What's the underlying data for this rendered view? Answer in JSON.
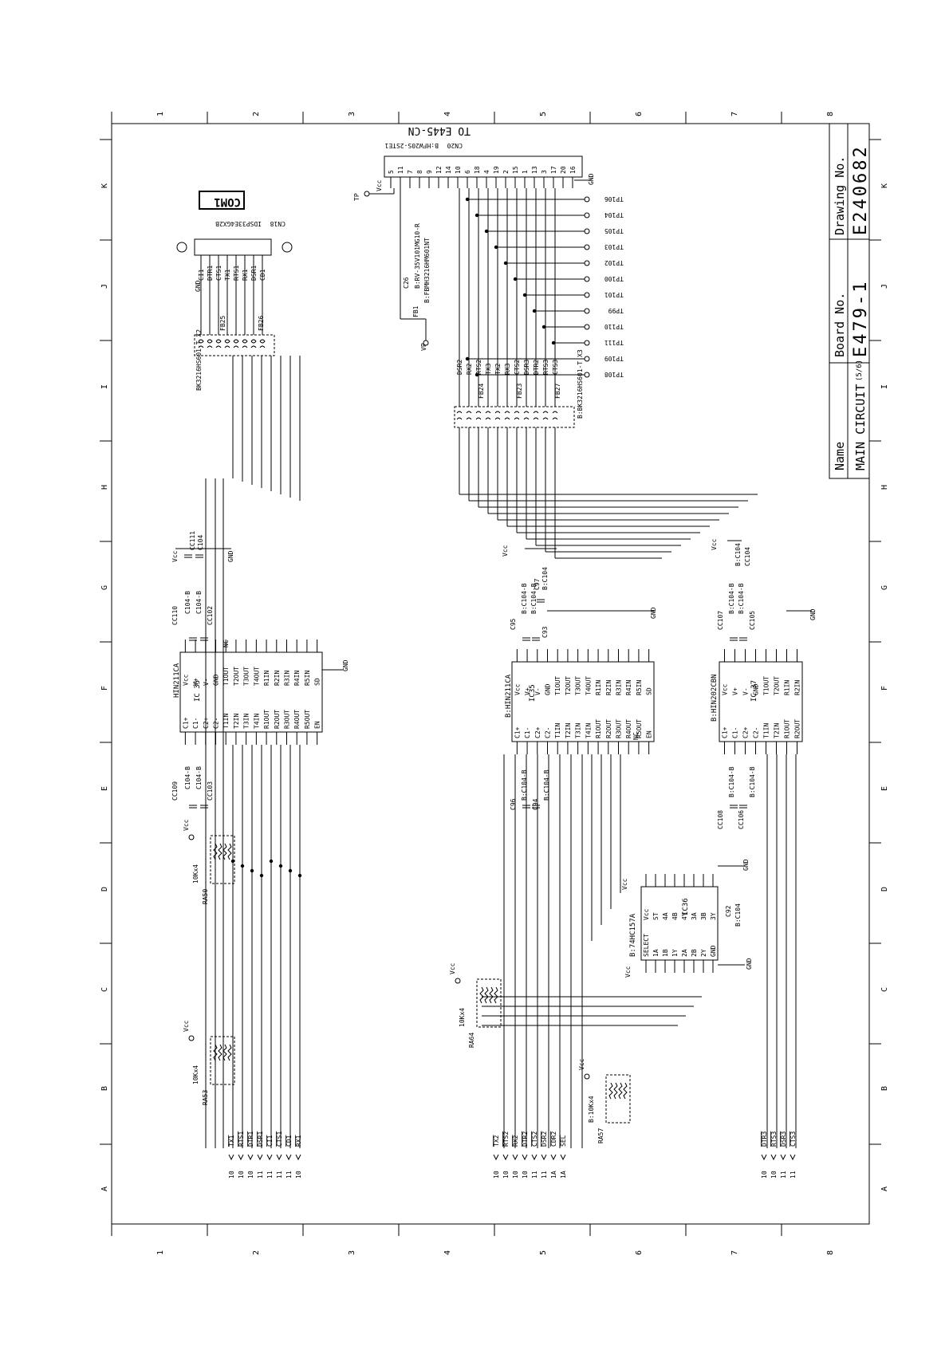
{
  "frame": {
    "cols_top": [
      "1",
      "2",
      "3",
      "4",
      "5",
      "6",
      "7",
      "8"
    ],
    "rows_side": [
      "A",
      "B",
      "C",
      "D",
      "E",
      "F",
      "G",
      "H",
      "I",
      "J",
      "K"
    ]
  },
  "title_block": {
    "name_label": "Name",
    "name_value": "MAIN CIRCUIT",
    "sheet": "(5/6)",
    "board_label": "Board No.",
    "board_value": "E479-1",
    "drawing_label": "Drawing No.",
    "drawing_value": "E240682"
  },
  "com1": {
    "badge": "COM1",
    "connector": "CN18",
    "part": "IDSP33E4GX2B",
    "pin_labels": [
      "CI1",
      "DTR1",
      "CTS1",
      "TX1",
      "RTS1",
      "RX1",
      "DSR1",
      "CD1"
    ],
    "gnd": "GND",
    "ferrite_part": "BK3216HS601-T X2",
    "fb_a": "FB25",
    "fb_b": "FB26"
  },
  "cn20": {
    "title": "TO E445-CN",
    "connector": "CN20",
    "part": "B:HFW20S-2STE1",
    "pins": [
      "5",
      "11",
      "7",
      "8",
      "9",
      "12",
      "14",
      "10",
      "6",
      "18",
      "4",
      "19",
      "2",
      "15",
      "1",
      "13",
      "3",
      "17",
      "20",
      "16"
    ],
    "vcc": "Vcc",
    "tp": "TP",
    "gnd": "GND",
    "c26": "C26",
    "c26_part": "B:RV-35V101MG10-R",
    "fb1": "FB1",
    "fb1_part": "B:FBMH3216HM601NT",
    "vp": "VP",
    "tps": [
      "TP106",
      "TP104",
      "TP105",
      "TP103",
      "TP102",
      "TP100",
      "TP101",
      "TP99",
      "TP110",
      "TP111",
      "TP109",
      "TP108"
    ],
    "signals": [
      "DSR2",
      "RX2",
      "RTS2",
      "TX3",
      "TX2",
      "RX3",
      "CTS2",
      "DSR3",
      "DTR2",
      "RTS3",
      "CTS3"
    ],
    "ferrite_part": "B:BK3216HS601-T X3",
    "fb_a": "FB24",
    "fb_b": "FB23",
    "fb_c": "FB27"
  },
  "ic_left": {
    "name": "HIN211CA",
    "ref": "IC 35",
    "left_pins": [
      "C1+",
      "C1-",
      "C2+",
      "C2-",
      "T1IN",
      "T2IN",
      "T3IN",
      "T4IN",
      "R1OUT",
      "R2OUT",
      "R3OUT",
      "R4OUT",
      "R5OUT",
      "EN"
    ],
    "right_pins": [
      "Vcc",
      "V+",
      "V-",
      "GND",
      "T1OUT",
      "T2OUT",
      "T3OUT",
      "T4OUT",
      "R1IN",
      "R2IN",
      "R3IN",
      "R4IN",
      "R5IN",
      "SD"
    ],
    "caps": [
      "CC109",
      "C104-B",
      "C104-B",
      "CC103",
      "CC110",
      "C104-B",
      "C104-B",
      "CC102",
      "CC111",
      "C104"
    ],
    "vcc": "Vcc",
    "gnd": "GND",
    "nc": "NC"
  },
  "ic_mid": {
    "name": "B:HIN211CA",
    "ref": "IC35",
    "left_pins": [
      "C1+",
      "C1-",
      "C2+",
      "C2-",
      "T1IN",
      "T2IN",
      "T3IN",
      "T4IN",
      "R1OUT",
      "R2OUT",
      "R3OUT",
      "R4OUT",
      "R5OUT",
      "EN"
    ],
    "right_pins": [
      "Vcc",
      "V+",
      "V-",
      "GND",
      "T1OUT",
      "T2OUT",
      "T3OUT",
      "T4OUT",
      "R1IN",
      "R2IN",
      "R3IN",
      "R4IN",
      "R5IN",
      "SD"
    ],
    "caps": [
      "C95",
      "B:C104-B",
      "B:C104-B",
      "C93",
      "C97",
      "B:C104",
      "C96",
      "B:C104-B",
      "C94",
      "B:C104-B"
    ],
    "vcc": "Vcc",
    "gnd": "GND",
    "nc": "NC"
  },
  "ic_right": {
    "name": "B:HIN202CBN",
    "ref": "IC 37",
    "left_pins": [
      "C1+",
      "C1-",
      "C2+",
      "C2-",
      "T1IN",
      "T2IN",
      "R1OUT",
      "R2OUT"
    ],
    "right_pins": [
      "Vcc",
      "V+",
      "V-",
      "GND",
      "T1OUT",
      "T2OUT",
      "R1IN",
      "R2IN"
    ],
    "caps": [
      "CC107",
      "B:C104-B",
      "B:C104-B",
      "CC105",
      "B:C104",
      "CC104",
      "CC108",
      "B:C104-B",
      "CC106",
      "B:C104-B"
    ],
    "vcc": "Vcc",
    "gnd": "GND"
  },
  "ic36": {
    "name": "B:74HC157A",
    "ref": "IC36",
    "left_pins": [
      "SELECT",
      "1A",
      "1B",
      "1Y",
      "2A",
      "2B",
      "2Y",
      "GND"
    ],
    "right_pins": [
      "Vcc",
      "ST",
      "4A",
      "4B",
      "4Y",
      "3A",
      "3B",
      "3Y"
    ],
    "cap": "C92",
    "cap_part": "B:C104",
    "vcc": "Vcc",
    "gnd": "GND"
  },
  "resistor_arrays": [
    {
      "ref": "RA50",
      "value": "10Kx4",
      "vcc": "Vcc"
    },
    {
      "ref": "RA53",
      "value": "10Kx4",
      "vcc": "Vcc"
    },
    {
      "ref": "RA64",
      "value": "10Kx4",
      "vcc": "Vcc"
    },
    {
      "ref": "RA57",
      "value": "B:10Kx4",
      "vcc": "Vcc"
    }
  ],
  "bottom_ports": {
    "group1": [
      {
        "name": "TX1",
        "page": "10"
      },
      {
        "name": "RTS1",
        "page": "10"
      },
      {
        "name": "DTR1",
        "page": "10"
      },
      {
        "name": "DSR1",
        "page": "11"
      },
      {
        "name": "CI1",
        "page": "11"
      },
      {
        "name": "CTS1",
        "page": "11"
      },
      {
        "name": "CD1",
        "page": "11"
      },
      {
        "name": "RX1",
        "page": "10"
      }
    ],
    "group2": [
      {
        "name": "TX2",
        "page": "10"
      },
      {
        "name": "RTS2",
        "page": "10"
      },
      {
        "name": "RX2",
        "page": "10"
      },
      {
        "name": "DTR2",
        "page": "10"
      },
      {
        "name": "CTS2",
        "page": "11"
      },
      {
        "name": "DSR2",
        "page": "11"
      },
      {
        "name": "CDR2",
        "page": "1A"
      },
      {
        "name": "SEL",
        "page": "1A"
      }
    ],
    "group3": [
      {
        "name": "DTR3",
        "page": "10"
      },
      {
        "name": "RTS3",
        "page": "10"
      },
      {
        "name": "DSR3",
        "page": "11"
      },
      {
        "name": "CTS3",
        "page": "11"
      }
    ]
  }
}
